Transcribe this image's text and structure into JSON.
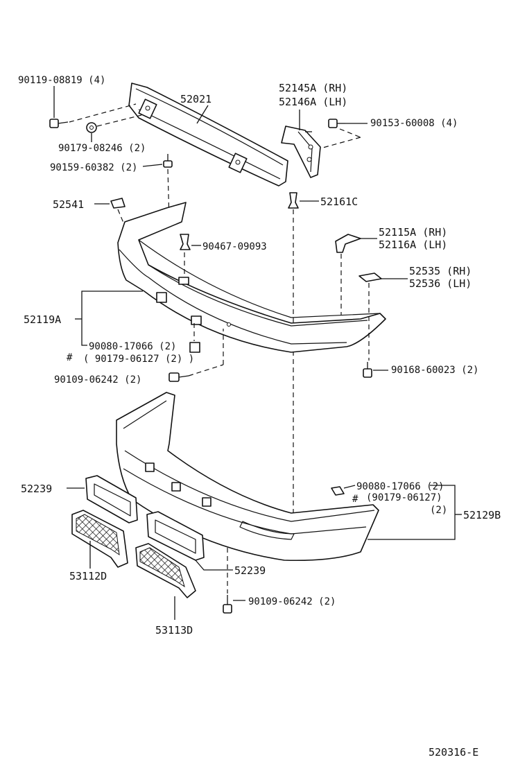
{
  "labels": {
    "p_90119": "90119-08819 (4)",
    "p_52021": "52021",
    "p_52145a": "52145A (RH)",
    "p_52146a": "52146A (LH)",
    "p_90153": "90153-60008 (4)",
    "p_90179_08246": "90179-08246 (2)",
    "p_90159": "90159-60382 (2)",
    "p_52541": "52541",
    "p_52161c": "52161C",
    "p_90467": "90467-09093",
    "p_52115a": "52115A (RH)",
    "p_52116a": "52116A (LH)",
    "p_52535": "52535 (RH)",
    "p_52536": "52536 (LH)",
    "p_52119a": "52119A",
    "p_90080_a": "90080-17066 (2)",
    "p_90179_a": "( 90179-06127 (2) )",
    "hash_a": "#",
    "p_90109_a": "90109-06242 (2)",
    "p_90168": "90168-60023 (2)",
    "p_52239_a": "52239",
    "p_90080_b": "90080-17066 (2)",
    "hash_b": "#",
    "p_90179_b": "(90179-06127)",
    "p_90179_b_qty": "(2)",
    "p_52129b": "52129B",
    "p_53112d": "53112D",
    "p_52239_b": "52239",
    "p_90109_b": "90109-06242 (2)",
    "p_53113d": "53113D",
    "figure_code": "520316-E"
  },
  "colors": {
    "ink": "#111111",
    "paper": "#ffffff"
  }
}
